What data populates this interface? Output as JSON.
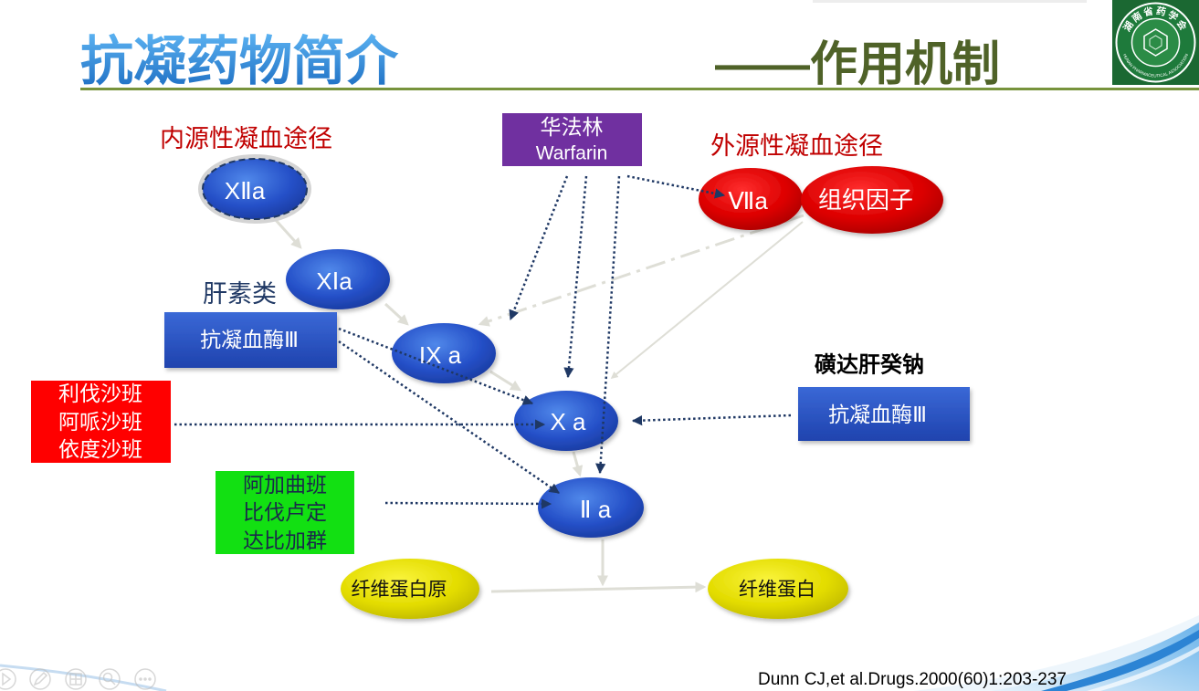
{
  "slide": {
    "title": "抗凝药物简介",
    "subtitle": "——作用机制",
    "citation": "Dunn CJ,et al.Drugs.2000(60)1:203-237"
  },
  "logo": {
    "name": "湖南省药学会",
    "english_name": "HUNAN PHARMACEUTICAL ASSOCIATION"
  },
  "diagram": {
    "labels": {
      "intrinsic_pathway": "内源性凝血途径",
      "extrinsic_pathway": "外源性凝血途径",
      "heparins": "肝素类",
      "fondaparinux": "磺达肝癸钠"
    },
    "factors": {
      "xiia": "XⅡa",
      "xia": "XⅠa",
      "ixa": "IX a",
      "xa": "X a",
      "iia": "Ⅱ a",
      "viia": "Ⅶa",
      "tissue_factor": "组织因子",
      "fibrinogen": "纤维蛋白原",
      "fibrin": "纤维蛋白"
    },
    "drugs": {
      "warfarin": {
        "cn": "华法林",
        "en": "Warfarin"
      },
      "antithrombin_heparin": "抗凝血酶Ⅲ",
      "antithrombin_fondaparinux": "抗凝血酶Ⅲ",
      "xa_inhibitors": [
        "利伐沙班",
        "阿哌沙班",
        "依度沙班"
      ],
      "direct_thrombin_inhibitors": [
        "阿加曲班",
        "比伐卢定",
        "达比加群"
      ]
    }
  },
  "toolbar": {
    "icons": [
      "next-slide-icon",
      "pen-icon",
      "slides-icon",
      "zoom-icon",
      "more-icon"
    ]
  },
  "colors": {
    "title_blue": "#2E86D4",
    "subtitle_green": "#4F6228",
    "rule_green": "#77933C",
    "pathway_red": "#C00000",
    "factor_blue": "#2550C8",
    "factor_red": "#DC0000",
    "fibrin_yellow": "#E3DC00",
    "warfarin_purple": "#7030A0",
    "antithrombin_blue": "#2A56C6",
    "xa_inhibitor_red": "#FF0000",
    "thrombin_inhibitor_green": "#12E012",
    "inhibition_arrow": "#1F3864",
    "cascade_arrow": "#DEDED6"
  }
}
